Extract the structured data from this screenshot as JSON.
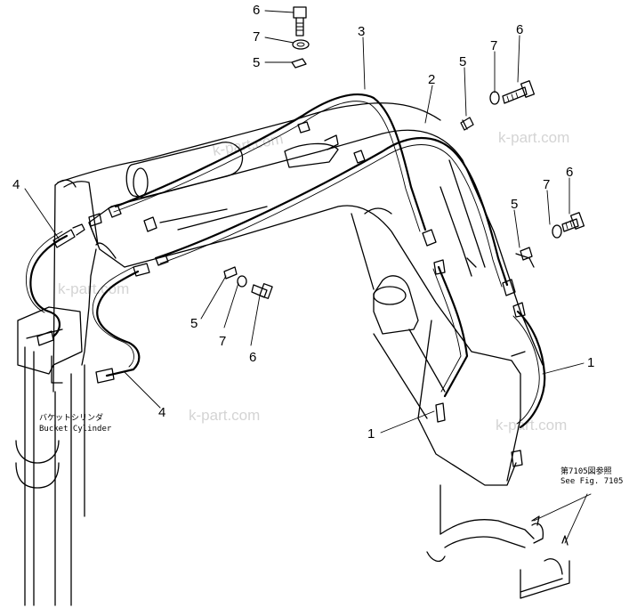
{
  "callouts": {
    "c1a": "1",
    "c1b": "1",
    "c2": "2",
    "c3": "3",
    "c4a": "4",
    "c4b": "4",
    "c5a": "5",
    "c5b": "5",
    "c5c": "5",
    "c5d": "5",
    "c6a": "6",
    "c6b": "6",
    "c6c": "6",
    "c6d": "6",
    "c7a": "7",
    "c7b": "7",
    "c7c": "7",
    "c7d": "7"
  },
  "bucket_cylinder": {
    "jp": "バケットシリンダ",
    "en": "Bucket Cylinder"
  },
  "see_fig": {
    "jp": "第7105図参照",
    "en": "See Fig. 7105"
  },
  "watermarks": [
    "k-part.com",
    "k-part.com",
    "k-part.com",
    "k-part.com",
    "k-part.com"
  ]
}
